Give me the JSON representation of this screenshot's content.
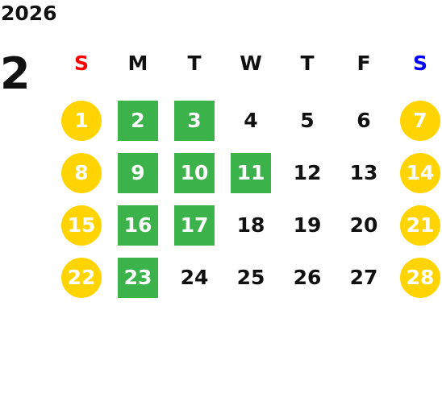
{
  "calendar": {
    "year": "2026",
    "month": "2",
    "weekdays": [
      {
        "label": "S",
        "color": "#ff0000"
      },
      {
        "label": "M",
        "color": "#111111"
      },
      {
        "label": "T",
        "color": "#111111"
      },
      {
        "label": "W",
        "color": "#111111"
      },
      {
        "label": "T",
        "color": "#111111"
      },
      {
        "label": "F",
        "color": "#111111"
      },
      {
        "label": "S",
        "color": "#0000ff"
      }
    ],
    "weeks": [
      [
        {
          "day": "1",
          "style": "weekend-circle"
        },
        {
          "day": "2",
          "style": "highlight-square"
        },
        {
          "day": "3",
          "style": "highlight-square"
        },
        {
          "day": "4",
          "style": "plain"
        },
        {
          "day": "5",
          "style": "plain"
        },
        {
          "day": "6",
          "style": "plain"
        },
        {
          "day": "7",
          "style": "weekend-circle"
        }
      ],
      [
        {
          "day": "8",
          "style": "weekend-circle"
        },
        {
          "day": "9",
          "style": "highlight-square"
        },
        {
          "day": "10",
          "style": "highlight-square"
        },
        {
          "day": "11",
          "style": "highlight-square"
        },
        {
          "day": "12",
          "style": "plain"
        },
        {
          "day": "13",
          "style": "plain"
        },
        {
          "day": "14",
          "style": "weekend-circle"
        }
      ],
      [
        {
          "day": "15",
          "style": "weekend-circle"
        },
        {
          "day": "16",
          "style": "highlight-square"
        },
        {
          "day": "17",
          "style": "highlight-square"
        },
        {
          "day": "18",
          "style": "plain"
        },
        {
          "day": "19",
          "style": "plain"
        },
        {
          "day": "20",
          "style": "plain"
        },
        {
          "day": "21",
          "style": "weekend-circle"
        }
      ],
      [
        {
          "day": "22",
          "style": "weekend-circle"
        },
        {
          "day": "23",
          "style": "highlight-square"
        },
        {
          "day": "24",
          "style": "plain"
        },
        {
          "day": "25",
          "style": "plain"
        },
        {
          "day": "26",
          "style": "plain"
        },
        {
          "day": "27",
          "style": "plain"
        },
        {
          "day": "28",
          "style": "weekend-circle"
        }
      ]
    ],
    "colors": {
      "highlight_square": "#3cb34a",
      "weekend_circle": "#ffd400",
      "sunday_header": "#ff0000",
      "saturday_header": "#0000ff"
    }
  }
}
